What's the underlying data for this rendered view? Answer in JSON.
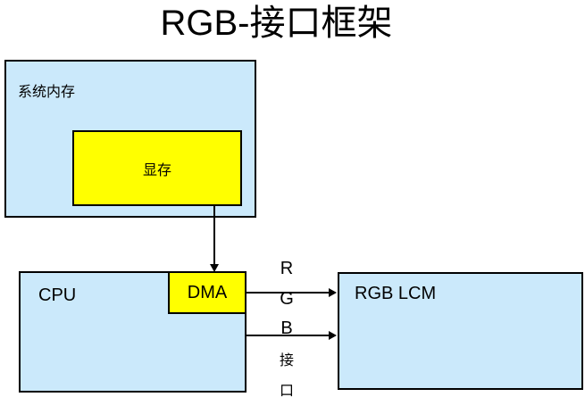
{
  "title": "RGB-接口框架",
  "nodes": {
    "system_memory": {
      "label": "系统内存"
    },
    "video_memory": {
      "label": "显存"
    },
    "cpu": {
      "label": "CPU"
    },
    "dma": {
      "label": "DMA"
    },
    "rgb_lcm": {
      "label": "RGB LCM"
    }
  },
  "bus_labels": [
    "R",
    "G",
    "B",
    "接",
    "口"
  ],
  "colors": {
    "blue_fill": "#CBE9FB",
    "yellow_fill": "#FFFF00",
    "line": "#000000",
    "text": "#000000",
    "background": "#FFFFFF"
  }
}
